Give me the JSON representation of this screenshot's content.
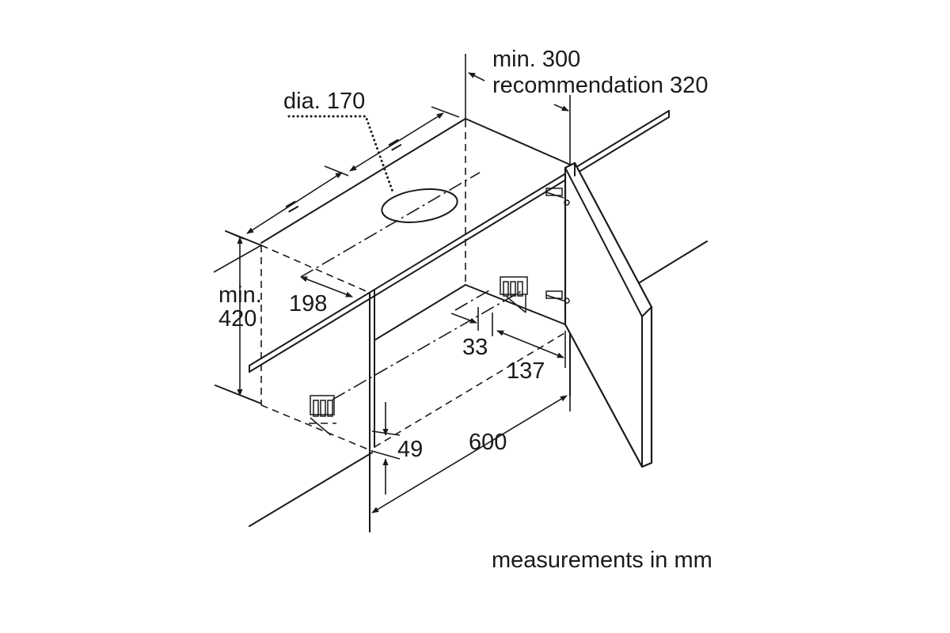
{
  "labels": {
    "diameter": "dia. 170",
    "min_gap": "min. 300",
    "recommended_gap": "recommendation 320",
    "equal_left": "=",
    "equal_right": "=",
    "min_height_1": "min.",
    "min_height_2": "420",
    "depth": "198",
    "offset_33": "33",
    "offset_137": "137",
    "bottom_49": "49",
    "width": "600",
    "units_note": "measurements in mm"
  }
}
